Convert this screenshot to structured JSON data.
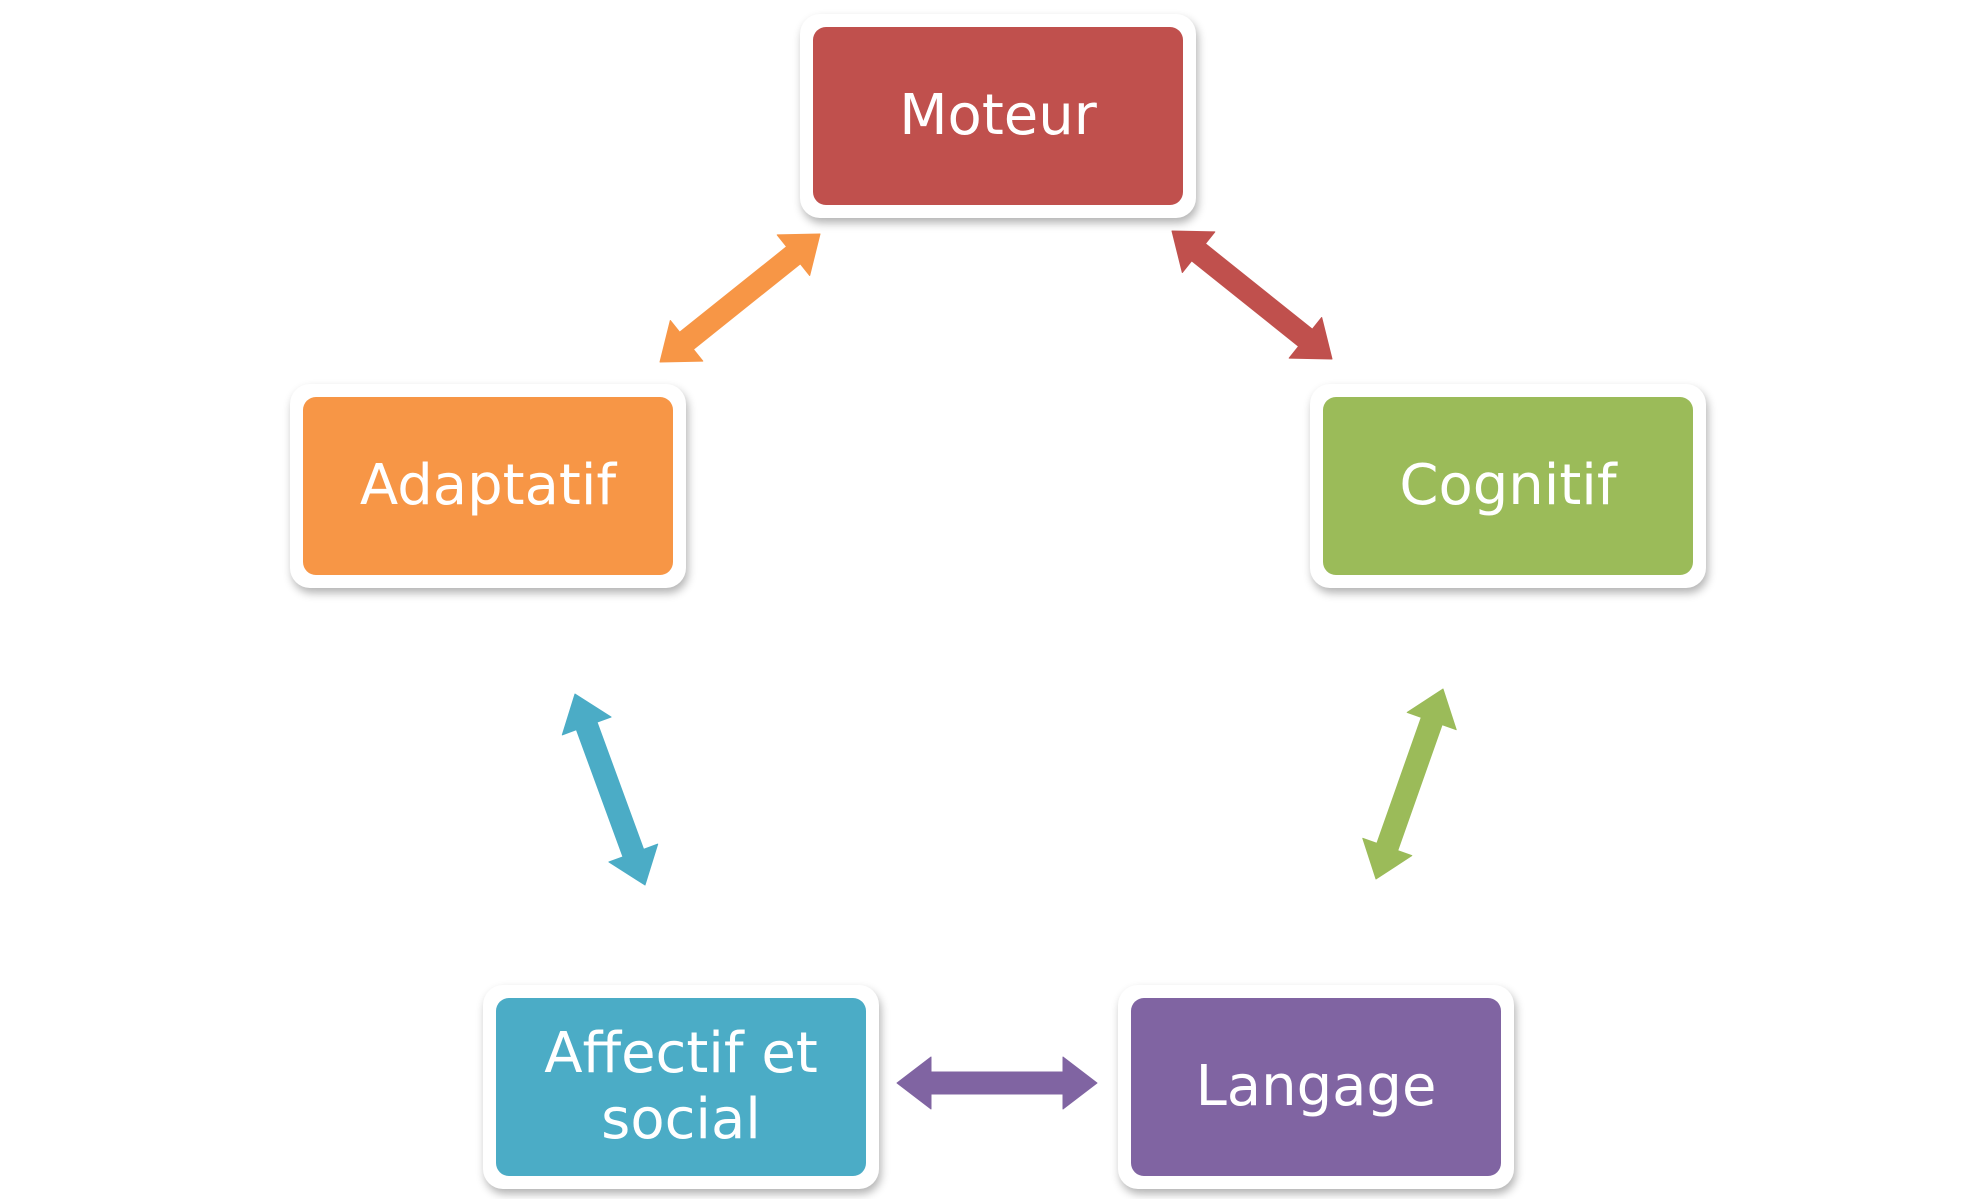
{
  "diagram": {
    "nodes": [
      {
        "id": "moteur",
        "label": "Moteur",
        "color": "#c0504d"
      },
      {
        "id": "cognitif",
        "label": "Cognitif",
        "color": "#9bbb59"
      },
      {
        "id": "langage",
        "label": "Langage",
        "color": "#8064a2"
      },
      {
        "id": "affectif",
        "label": "Affectif et\nsocial",
        "color": "#4bacc6"
      },
      {
        "id": "adaptatif",
        "label": "Adaptatif",
        "color": "#f79646"
      }
    ],
    "edges": [
      {
        "from": "moteur",
        "to": "cognitif",
        "direction": "both",
        "color": "#c0504d"
      },
      {
        "from": "cognitif",
        "to": "langage",
        "direction": "both",
        "color": "#9bbb59"
      },
      {
        "from": "langage",
        "to": "affectif",
        "direction": "both",
        "color": "#8064a2"
      },
      {
        "from": "affectif",
        "to": "adaptatif",
        "direction": "both",
        "color": "#4bacc6"
      },
      {
        "from": "adaptatif",
        "to": "moteur",
        "direction": "both",
        "color": "#f79646"
      }
    ]
  }
}
